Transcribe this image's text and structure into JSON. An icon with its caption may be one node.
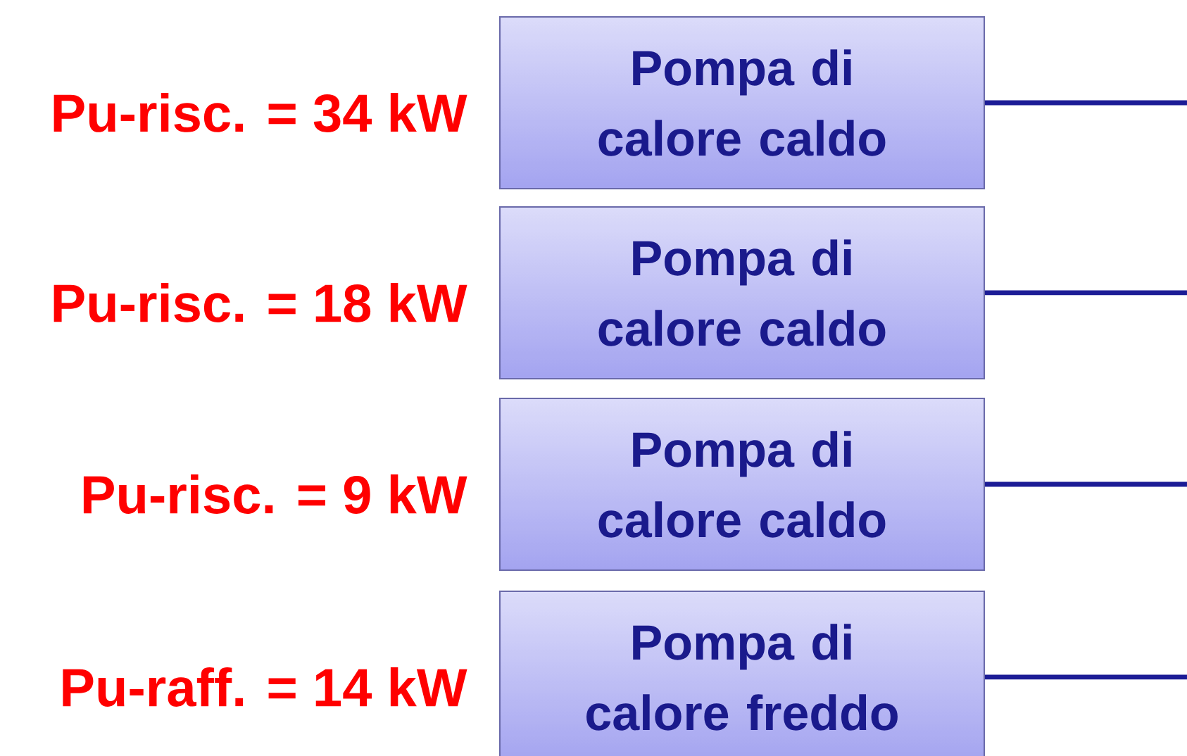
{
  "diagram": {
    "nodes": [
      {
        "text": [
          "Pompa di calore caldo"
        ],
        "beside": [
          "Pu-risc. = 34 kW"
        ]
      },
      {
        "text": [
          "Pompa di calore caldo"
        ],
        "beside": [
          "Pu-risc. = 18 kW"
        ]
      },
      {
        "text": [
          "Pompa di calore caldo"
        ],
        "beside": [
          "Pu-risc. = 9 kW"
        ]
      },
      {
        "text": [
          "Pompa di calore freddo"
        ],
        "beside": [
          "Pu-raff. = 14 kW"
        ]
      }
    ],
    "edges": [
      {
        "from": 0,
        "to": null,
        "arrow": "none"
      },
      {
        "from": 1,
        "to": null,
        "arrow": "none"
      },
      {
        "from": 2,
        "to": null,
        "arrow": "none"
      },
      {
        "from": 3,
        "to": null,
        "arrow": "none"
      }
    ]
  }
}
